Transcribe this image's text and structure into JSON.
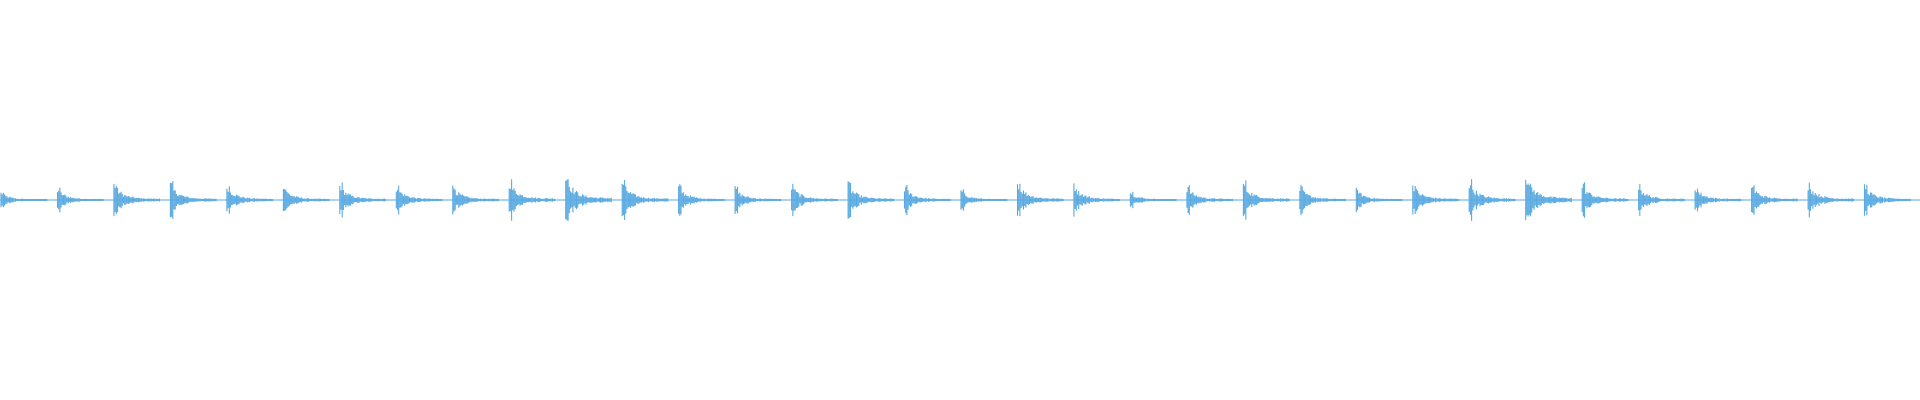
{
  "waveform": {
    "color": "#5aaae0",
    "background": "#ffffff",
    "onset_count": 34,
    "onset_peak_amplitudes": [
      0.28,
      0.42,
      0.62,
      0.6,
      0.55,
      0.48,
      0.58,
      0.52,
      0.5,
      0.72,
      0.95,
      0.7,
      0.52,
      0.45,
      0.55,
      0.6,
      0.5,
      0.35,
      0.68,
      0.55,
      0.3,
      0.5,
      0.65,
      0.48,
      0.4,
      0.58,
      0.7,
      0.95,
      0.6,
      0.52,
      0.48,
      0.55,
      0.62,
      0.55
    ],
    "pattern_note": ""
  }
}
